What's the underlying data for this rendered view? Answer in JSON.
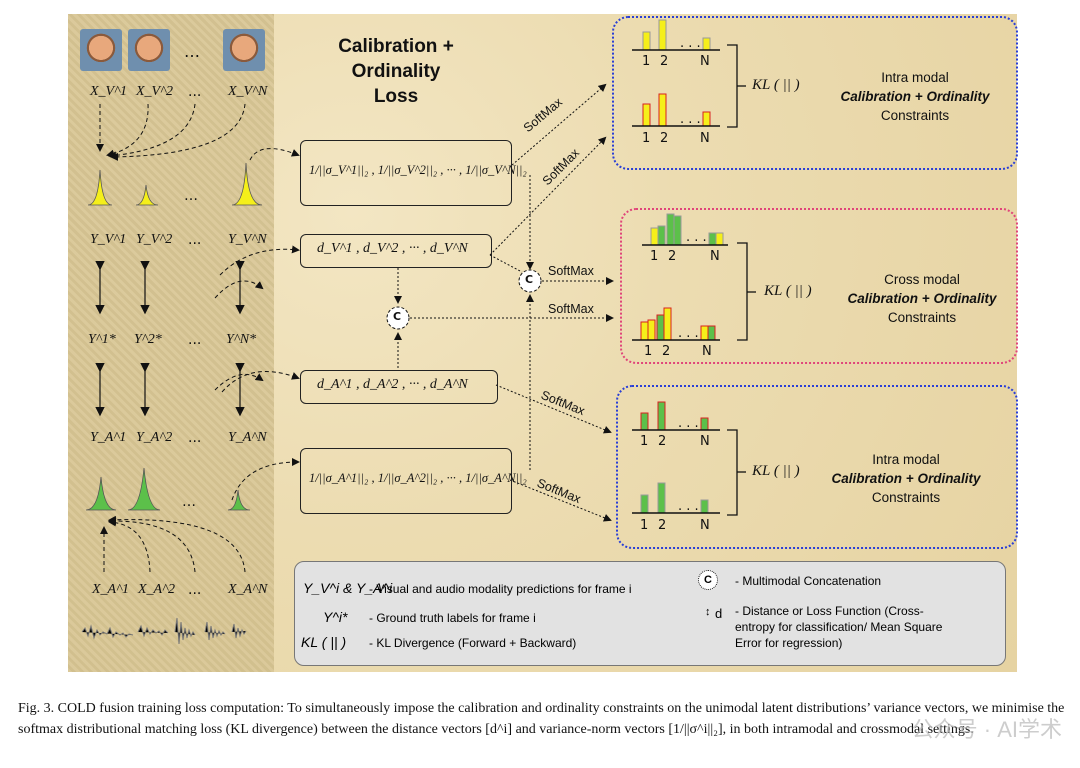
{
  "diagram": {
    "title_lines": [
      "Calibration +",
      "Ordinality",
      "Loss"
    ],
    "visual_inputs": [
      "X_V^1",
      "X_V^2",
      "...",
      "X_V^N"
    ],
    "visual_preds": [
      "Y_V^1",
      "Y_V^2",
      "...",
      "Y_V^N"
    ],
    "ground_truth": [
      "Y^1*",
      "Y^2*",
      "...",
      "Y^N*"
    ],
    "audio_preds": [
      "Y_A^1",
      "Y_A^2",
      "...",
      "Y_A^N"
    ],
    "audio_inputs": [
      "X_A^1",
      "X_A^2",
      "...",
      "X_A^N"
    ],
    "visual_variance_norm": "1/||σ_V^1||₂ , 1/||σ_V^2||₂ , ··· , 1/||σ_V^N||₂",
    "visual_distance": "d_V^1 ,  d_V^2 ,  ··· ,  d_V^N",
    "audio_distance": "d_A^1 ,  d_A^2 ,  ··· ,  d_A^N",
    "audio_variance_norm": "1/||σ_A^1||₂ , 1/||σ_A^2||₂ , ··· , 1/||σ_A^N||₂",
    "concat_symbol": "C",
    "softmax": "SoftMax",
    "bar_ticks": [
      "1",
      "2",
      "N"
    ],
    "kl_label": "KL ( || )",
    "blocks": [
      {
        "line1": "Intra modal",
        "line2": "Calibration + Ordinality",
        "line3": "Constraints",
        "color": "#2a3fd6"
      },
      {
        "line1": "Cross modal",
        "line2": "Calibration + Ordinality",
        "line3": "Constraints",
        "color": "#e0457a"
      },
      {
        "line1": "Intra modal",
        "line2": "Calibration + Ordinality",
        "line3": "Constraints",
        "color": "#2a3fd6"
      }
    ]
  },
  "legend": {
    "y_sym": "Y_V^i & Y_A^i",
    "y_desc": "- Visual and audio modality predictions for frame i",
    "gt_sym": "Y^i*",
    "gt_desc": "- Ground truth labels for frame i",
    "kl_sym": "KL ( || )",
    "kl_desc": "- KL Divergence (Forward + Backward)",
    "c_desc": "- Multimodal Concatenation",
    "d_sym": "d",
    "d_desc_1": "- Distance or Loss Function (Cross-",
    "d_desc_2": "entropy for classification/ Mean Square",
    "d_desc_3": "Error for regression)"
  },
  "caption": "Fig. 3.    COLD fusion training loss computation: To simultaneously impose the calibration and ordinality constraints on the unimodal latent distributions’ variance vectors, we minimise the softmax distributional matching loss (KL divergence) between the distance vectors [d^i] and variance-norm vectors [1/||σ^i||₂], in both intramodal and crossmodal settings.",
  "watermark": "公众号 · AI学术",
  "colors": {
    "yellow": "#f5ef1a",
    "green": "#5cc04a",
    "red": "#d92020",
    "blue_border": "#2a3fd6",
    "pink_border": "#e0457a"
  }
}
